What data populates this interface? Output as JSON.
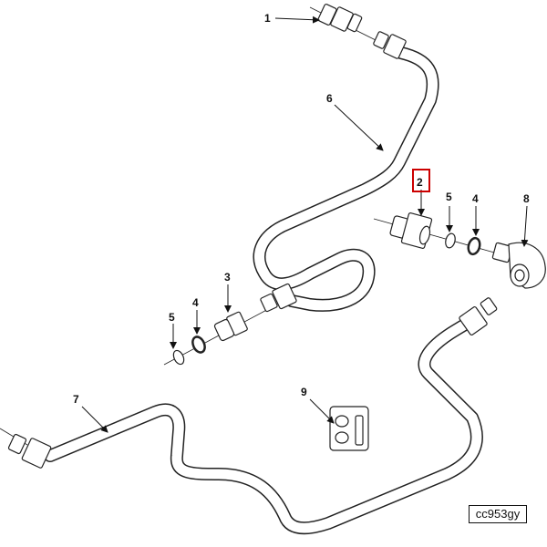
{
  "figure_code": "cc953gy",
  "highlight_color": "#cc0000",
  "callouts": [
    {
      "id": "c1",
      "label": "1"
    },
    {
      "id": "c2",
      "label": "2"
    },
    {
      "id": "c3",
      "label": "3"
    },
    {
      "id": "c4a",
      "label": "4"
    },
    {
      "id": "c4b",
      "label": "4"
    },
    {
      "id": "c5a",
      "label": "5"
    },
    {
      "id": "c5b",
      "label": "5"
    },
    {
      "id": "c6",
      "label": "6"
    },
    {
      "id": "c7",
      "label": "7"
    },
    {
      "id": "c8",
      "label": "8"
    },
    {
      "id": "c9",
      "label": "9"
    }
  ]
}
